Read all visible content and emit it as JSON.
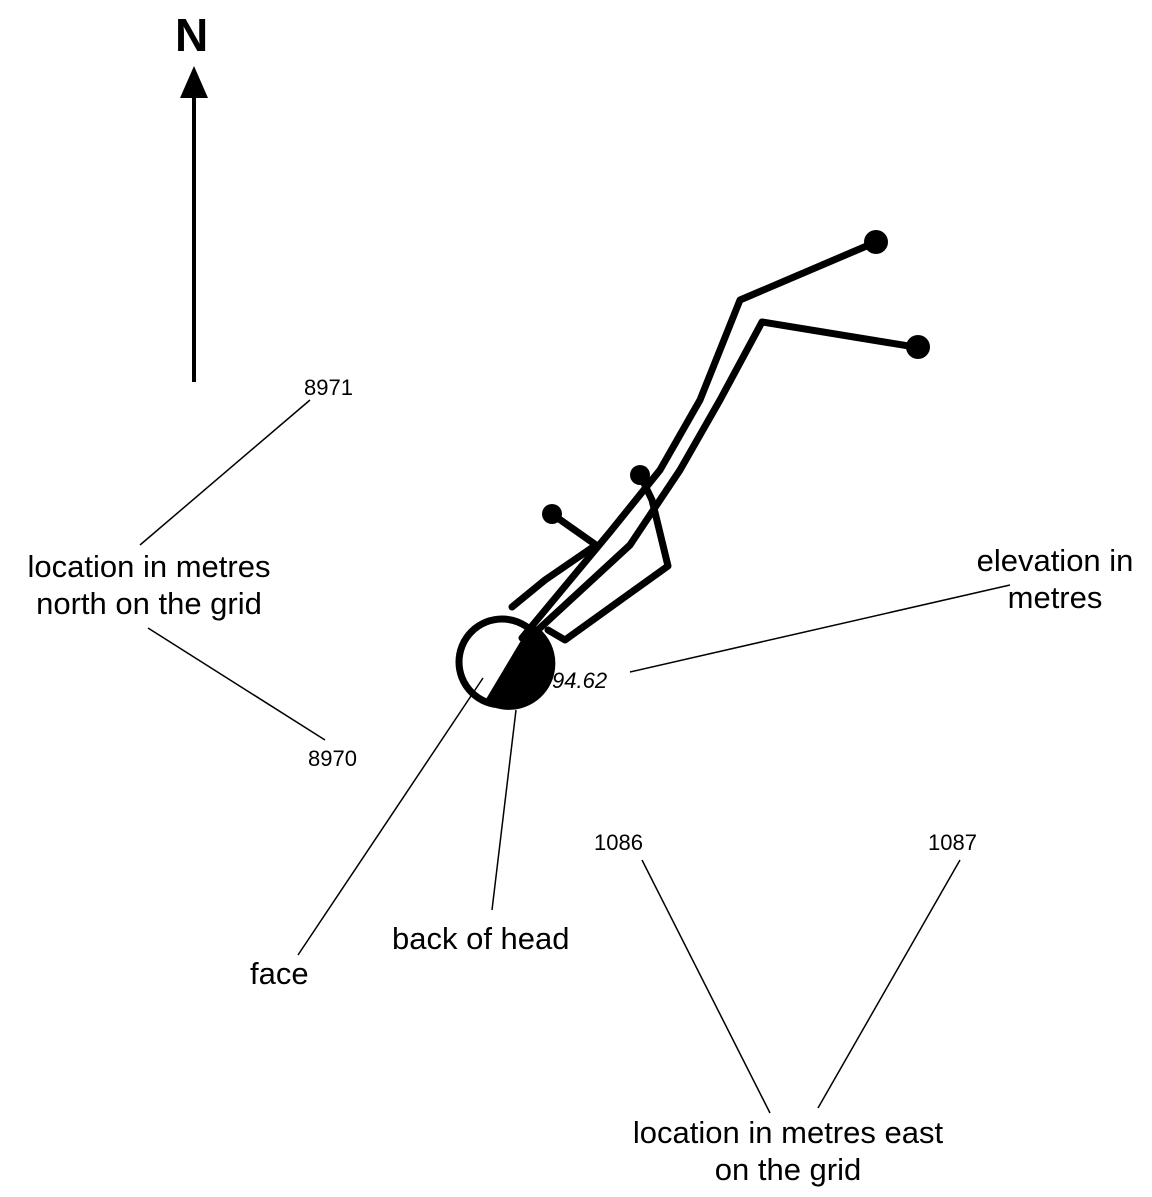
{
  "north_label": "N",
  "grid_north": {
    "label_line1": "location in metres",
    "label_line2": "north on the grid",
    "upper_value": "8971",
    "lower_value": "8970"
  },
  "grid_east": {
    "label_line1": "location in metres east",
    "label_line2": "on the grid",
    "left_value": "1086",
    "right_value": "1087"
  },
  "elevation": {
    "label_line1": "elevation in",
    "label_line2": "metres",
    "value": "94.62"
  },
  "head_labels": {
    "face": "face",
    "back_of_head": "back of head"
  },
  "colors": {
    "ink": "#000000",
    "background": "#ffffff"
  },
  "icons": {
    "north_arrow": "north-arrow-icon",
    "skeleton": "burial-skeleton-sketch"
  }
}
